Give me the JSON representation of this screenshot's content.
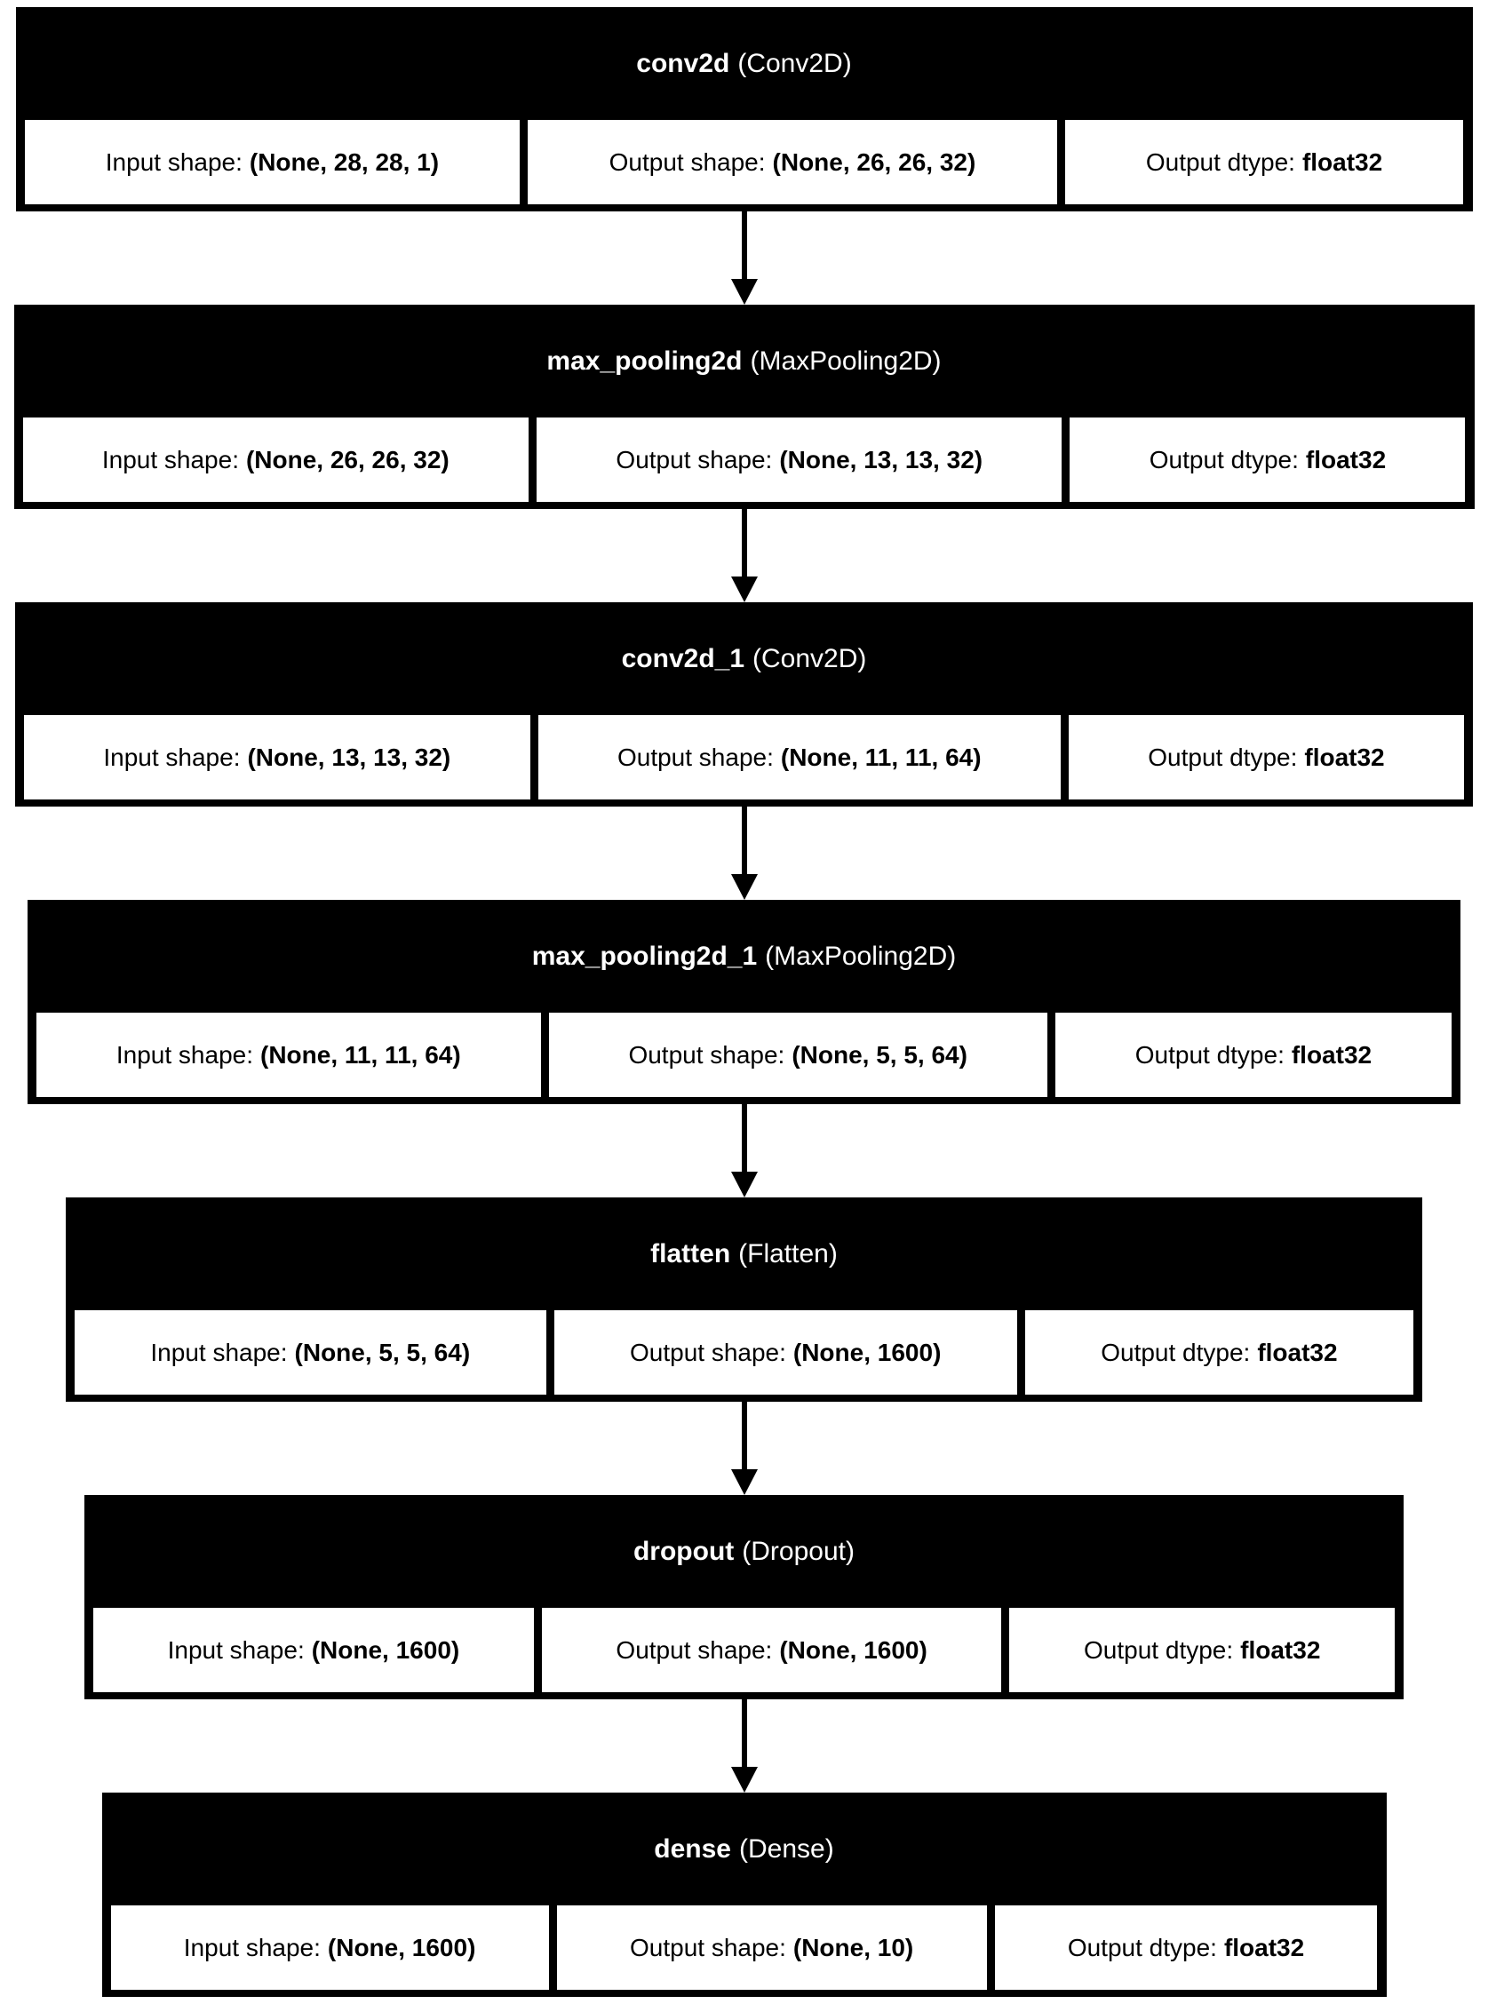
{
  "style": {
    "node_bg": "#000000",
    "node_text": "#ffffff",
    "cell_bg": "#ffffff",
    "cell_text": "#000000",
    "arrow_color": "#000000",
    "page_bg": "#ffffff"
  },
  "labels": {
    "input_shape": "Input shape:",
    "output_shape": "Output shape:",
    "output_dtype": "Output dtype:"
  },
  "layers": [
    {
      "name": "conv2d",
      "class_label": "(Conv2D)",
      "input_shape": "(None, 28, 28, 1)",
      "output_shape": "(None, 26, 26, 32)",
      "output_dtype": "float32"
    },
    {
      "name": "max_pooling2d",
      "class_label": "(MaxPooling2D)",
      "input_shape": "(None, 26, 26, 32)",
      "output_shape": "(None, 13, 13, 32)",
      "output_dtype": "float32"
    },
    {
      "name": "conv2d_1",
      "class_label": "(Conv2D)",
      "input_shape": "(None, 13, 13, 32)",
      "output_shape": "(None, 11, 11, 64)",
      "output_dtype": "float32"
    },
    {
      "name": "max_pooling2d_1",
      "class_label": "(MaxPooling2D)",
      "input_shape": "(None, 11, 11, 64)",
      "output_shape": "(None, 5, 5, 64)",
      "output_dtype": "float32"
    },
    {
      "name": "flatten",
      "class_label": "(Flatten)",
      "input_shape": "(None, 5, 5, 64)",
      "output_shape": "(None, 1600)",
      "output_dtype": "float32"
    },
    {
      "name": "dropout",
      "class_label": "(Dropout)",
      "input_shape": "(None, 1600)",
      "output_shape": "(None, 1600)",
      "output_dtype": "float32"
    },
    {
      "name": "dense",
      "class_label": "(Dense)",
      "input_shape": "(None, 1600)",
      "output_shape": "(None, 10)",
      "output_dtype": "float32"
    }
  ]
}
